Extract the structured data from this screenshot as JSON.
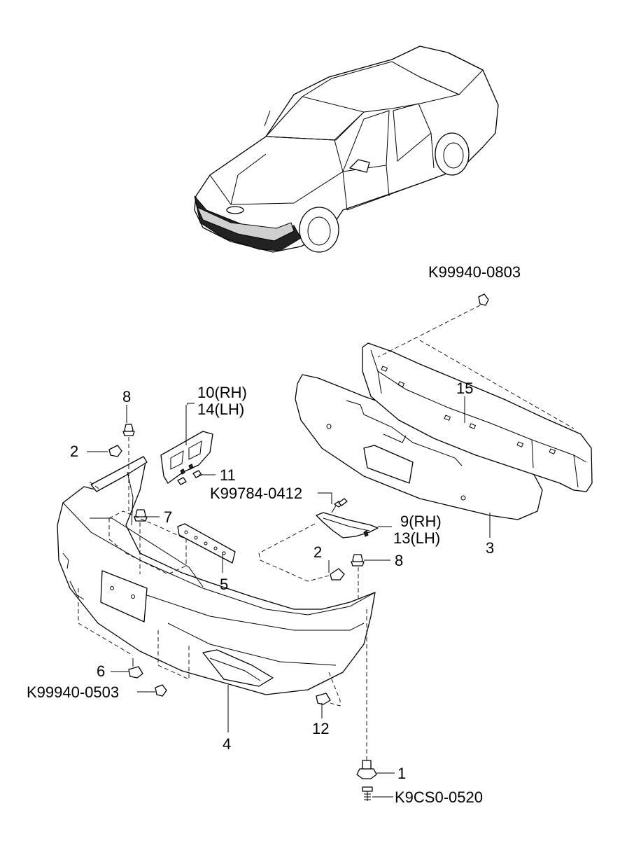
{
  "callouts": {
    "c1": "1",
    "c2a": "2",
    "c2b": "2",
    "c3": "3",
    "c4": "4",
    "c5": "5",
    "c6": "6",
    "c7": "7",
    "c8a": "8",
    "c8b": "8",
    "c9": "9(RH)",
    "c13": "13(LH)",
    "c10": "10(RH)",
    "c14": "14(LH)",
    "c11": "11",
    "c12": "12",
    "c15": "15",
    "k0803": "K99940-0803",
    "k0412": "K99784-0412",
    "k0503": "K99940-0503",
    "k0520": "K9CS0-0520"
  }
}
